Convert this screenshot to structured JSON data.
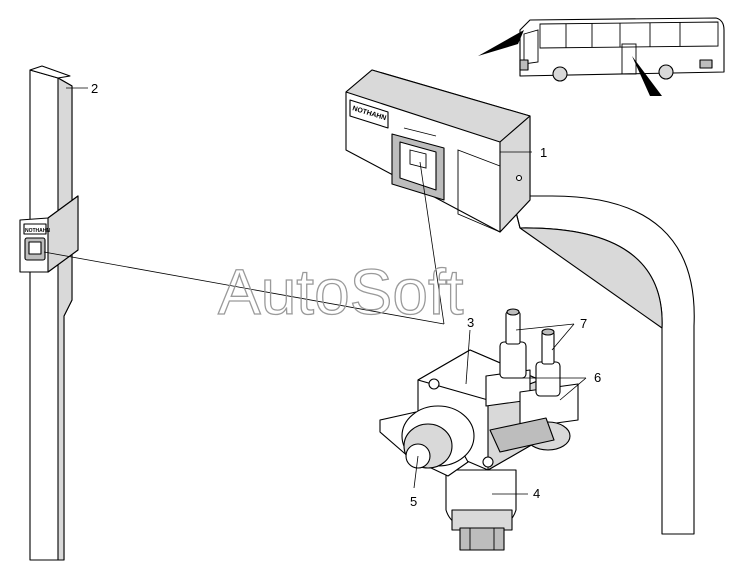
{
  "watermark": "AutoSoft",
  "brand_label_1": "NOTHAHN",
  "brand_label_2": "NOTHAHN",
  "callouts": {
    "c1": "1",
    "c2": "2",
    "c3": "3",
    "c4": "4",
    "c5": "5",
    "c6": "6",
    "c7": "7"
  }
}
